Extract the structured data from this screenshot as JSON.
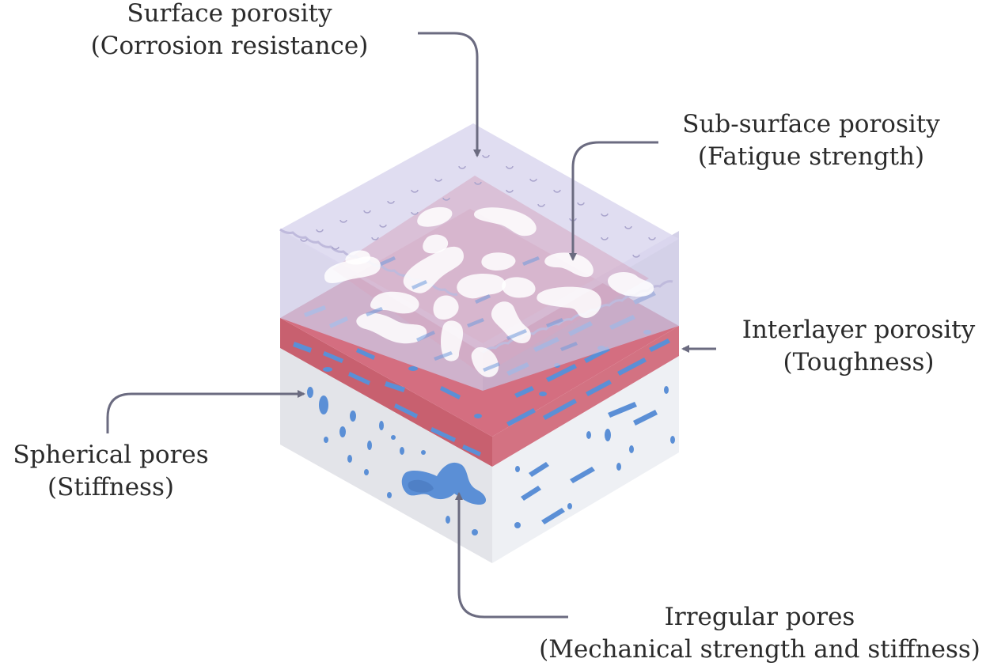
{
  "labels": {
    "surface": {
      "title": "Surface porosity",
      "subtitle": "(Corrosion resistance)"
    },
    "subsurface": {
      "title": "Sub-surface porosity",
      "subtitle": "(Fatigue strength)"
    },
    "interlayer": {
      "title": "Interlayer porosity",
      "subtitle": "(Toughness)"
    },
    "spherical": {
      "title": "Spherical pores",
      "subtitle": "(Stiffness)"
    },
    "irregular": {
      "title": "Irregular pores",
      "subtitle": "(Mechanical strength and stiffness)"
    }
  },
  "colors": {
    "top_layer": "#c9c6e2",
    "middle_layer": "#c85f73",
    "base_layer": "#e6e7ec",
    "pore": "#5b8fd6",
    "white_pore": "#ffffff",
    "arrow": "#6b6b80",
    "text": "#2b2b2b"
  }
}
